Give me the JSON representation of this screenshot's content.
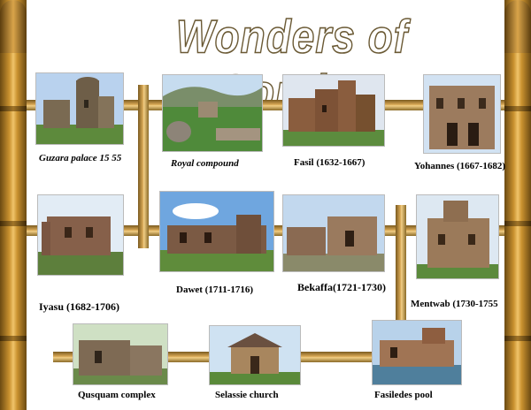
{
  "title": "Wonders of Gondar",
  "sites": [
    {
      "id": "guzara",
      "label": "Guzara palace 15 55"
    },
    {
      "id": "royal",
      "label": "Royal compound"
    },
    {
      "id": "fasil",
      "label": "Fasil (1632-1667)"
    },
    {
      "id": "yohannes",
      "label": "Yohannes (1667-1682)"
    },
    {
      "id": "iyasu",
      "label": "Iyasu (1682-1706)"
    },
    {
      "id": "dawet",
      "label": "Dawet (1711-1716)"
    },
    {
      "id": "bekaffa",
      "label": "Bekaffa(1721-1730)"
    },
    {
      "id": "mentwab",
      "label": "Mentwab (1730-1755"
    },
    {
      "id": "qusquam",
      "label": "Qusquam complex"
    },
    {
      "id": "selassie",
      "label": "Selassie church"
    },
    {
      "id": "fasiledes",
      "label": "Fasiledes pool"
    }
  ]
}
